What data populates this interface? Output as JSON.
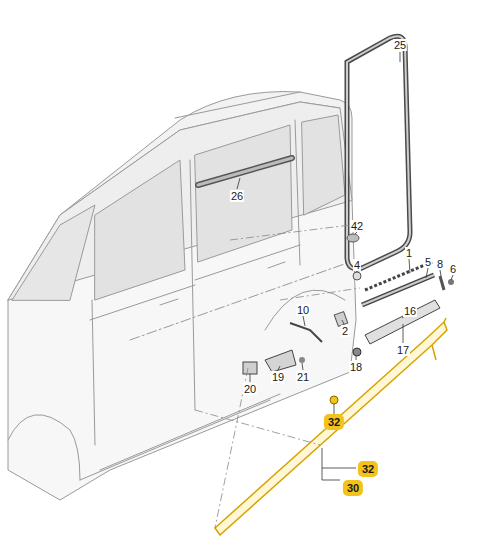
{
  "diagram": {
    "labels": [
      "25",
      "26",
      "42",
      "1",
      "5",
      "8",
      "6",
      "4",
      "16",
      "10",
      "2",
      "17",
      "18",
      "19",
      "21",
      "20",
      "32",
      "32",
      "30"
    ]
  }
}
